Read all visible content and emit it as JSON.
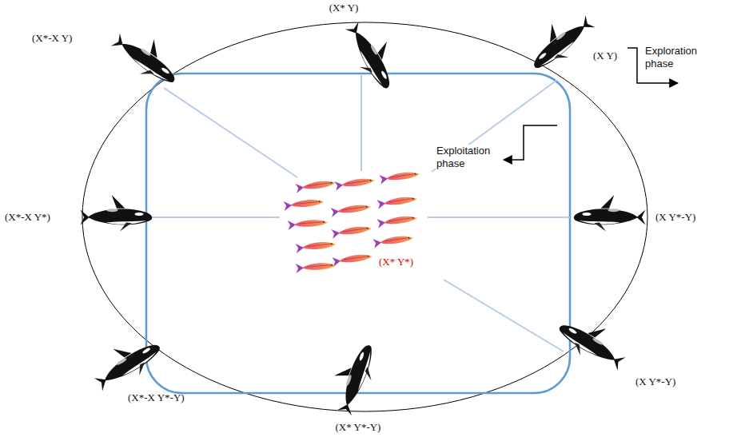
{
  "diagram": {
    "labels": [
      "(X* Y)",
      "(X*-X Y)",
      "(X Y)",
      "Exploration phase",
      "Exploitation phase",
      "(X*-X Y*)",
      "(X Y*-Y)",
      "(X* Y*)",
      "(X Y*-Y)",
      "(X*-X Y*-Y)",
      "(X* Y*-Y)"
    ]
  }
}
